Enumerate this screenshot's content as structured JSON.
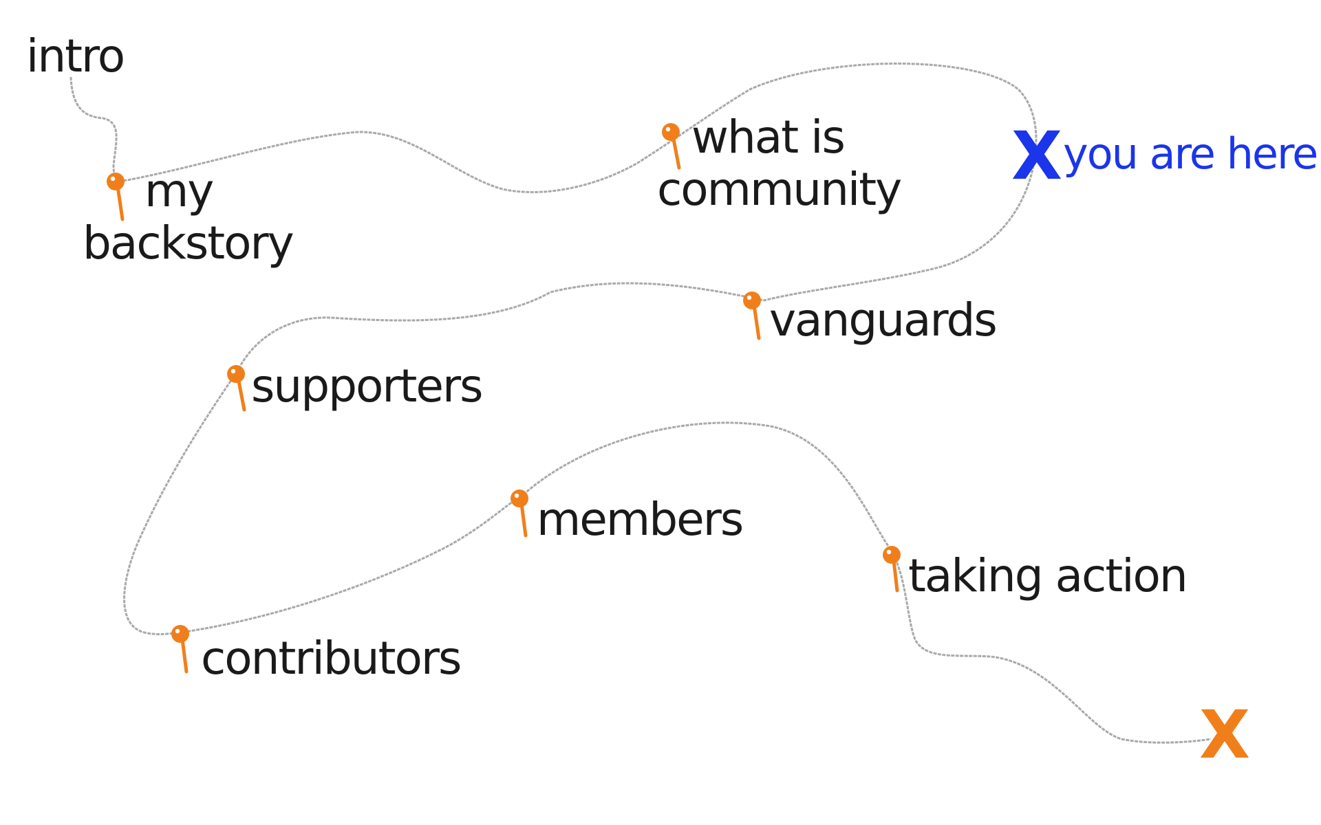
{
  "colors": {
    "route": "#a9a9a9",
    "pin": "#f07f1b",
    "here_marker": "#1a35ea",
    "end_marker": "#f07f1b",
    "text": "#1a1a1a"
  },
  "stops": [
    {
      "id": "intro",
      "label": [
        "intro"
      ],
      "pin": false
    },
    {
      "id": "my-backstory",
      "label": [
        "my",
        "backstory"
      ],
      "pin": true
    },
    {
      "id": "what-is-community",
      "label": [
        "what is",
        "community"
      ],
      "pin": true
    },
    {
      "id": "vanguards",
      "label": [
        "vanguards"
      ],
      "pin": true
    },
    {
      "id": "supporters",
      "label": [
        "supporters"
      ],
      "pin": true
    },
    {
      "id": "contributors",
      "label": [
        "contributors"
      ],
      "pin": true
    },
    {
      "id": "members",
      "label": [
        "members"
      ],
      "pin": true
    },
    {
      "id": "taking-action",
      "label": [
        "taking action"
      ],
      "pin": true
    }
  ],
  "current_position": {
    "marker": "X",
    "label": "you are here",
    "icon": "x-marker-icon"
  },
  "destination": {
    "marker": "X",
    "icon": "x-marker-icon"
  }
}
